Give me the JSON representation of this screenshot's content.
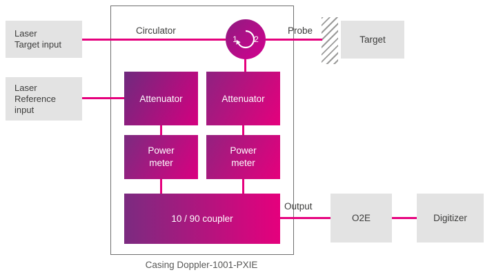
{
  "casing": {
    "caption": "Casing Doppler-1001-PXIE"
  },
  "inputs": {
    "laser_target": {
      "lines": [
        "Laser",
        "Target input"
      ]
    },
    "laser_reference": {
      "lines": [
        "Laser",
        "Reference",
        "input"
      ]
    }
  },
  "labels": {
    "circulator": "Circulator",
    "probe": "Probe",
    "output": "Output"
  },
  "circulator": {
    "port1": "1",
    "port2": "2"
  },
  "blocks": {
    "attenuator_left": {
      "label": "Attenuator"
    },
    "attenuator_right": {
      "label": "Attenuator"
    },
    "power_meter_left": {
      "label": "Power meter"
    },
    "power_meter_right": {
      "label": "Power meter"
    },
    "coupler": {
      "label": "10 / 90 coupler"
    }
  },
  "external": {
    "target": {
      "label": "Target"
    },
    "o2e": {
      "label": "O2E"
    },
    "digitizer": {
      "label": "Digitizer"
    }
  },
  "colors": {
    "magenta": "#e5007d",
    "purple": "#6f2a7e",
    "gray_box": "#e3e3e3",
    "text_dark": "#3c3c3b",
    "casing_border": "#6e6e6e",
    "hatch_gray": "#9a9a99"
  }
}
